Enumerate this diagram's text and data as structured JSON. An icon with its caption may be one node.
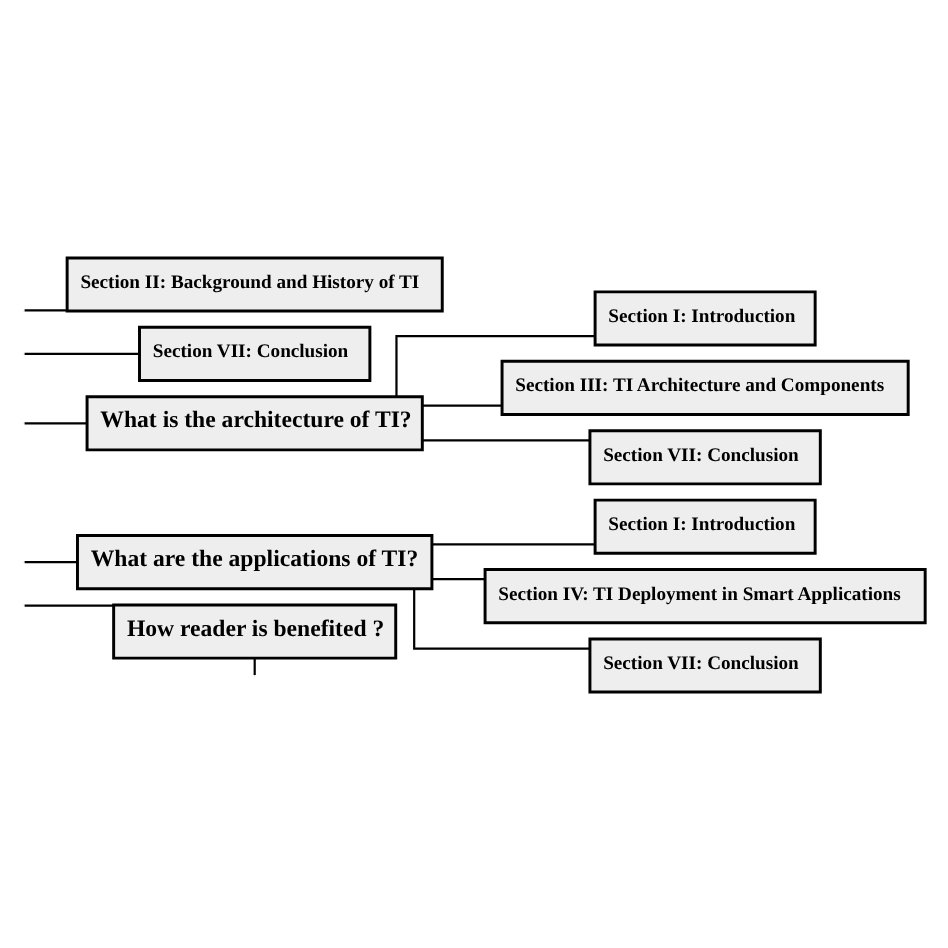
{
  "diagram": {
    "nodes": [
      {
        "text": [
          "Section II: Background and History of TI"
        ]
      },
      {
        "text": [
          "Section VII: Conclusion"
        ]
      },
      {
        "text": [
          "What is the architecture of TI?"
        ]
      },
      {
        "text": [
          "Section I: Introduction"
        ]
      },
      {
        "text": [
          "Section III: TI Architecture and Components"
        ]
      },
      {
        "text": [
          "Section VII: Conclusion"
        ]
      },
      {
        "text": [
          "What are the applications of TI?"
        ]
      },
      {
        "text": [
          "Section I: Introduction"
        ]
      },
      {
        "text": [
          "Section IV: TI Deployment in Smart Applications"
        ]
      },
      {
        "text": [
          "Section VII: Conclusion"
        ]
      },
      {
        "text": [
          "How reader is benefited ?"
        ]
      }
    ],
    "edges": [
      {
        "from": null,
        "to": 0,
        "arrow": "none"
      },
      {
        "from": null,
        "to": 1,
        "arrow": "none"
      },
      {
        "from": null,
        "to": 2,
        "arrow": "none"
      },
      {
        "from": 2,
        "to": 3,
        "arrow": "none"
      },
      {
        "from": 2,
        "to": 4,
        "arrow": "none"
      },
      {
        "from": 2,
        "to": 5,
        "arrow": "none"
      },
      {
        "from": null,
        "to": 6,
        "arrow": "none"
      },
      {
        "from": 6,
        "to": 7,
        "arrow": "none"
      },
      {
        "from": 6,
        "to": 8,
        "arrow": "none"
      },
      {
        "from": 6,
        "to": 9,
        "arrow": "none"
      },
      {
        "from": null,
        "to": 10,
        "arrow": "none"
      },
      {
        "from": 10,
        "to": null,
        "arrow": "none"
      }
    ]
  }
}
